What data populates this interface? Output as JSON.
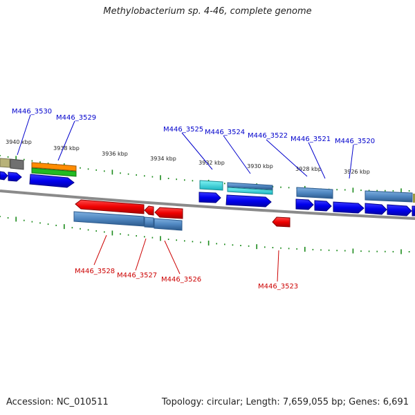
{
  "title": "Methylobacterium sp. 4-46, complete genome",
  "footer": {
    "accession": "Accession: NC_010511",
    "topology": "Topology: circular; Length: 7,659,055 bp; Genes: 6,691"
  },
  "ticks": [
    "3940 kbp",
    "3938 kbp",
    "3936 kbp",
    "3934 kbp",
    "3932 kbp",
    "3930 kbp",
    "3928 kbp",
    "3926 kbp"
  ],
  "labels_top": [
    "M446_3530",
    "M446_3529",
    "M446_3525",
    "M446_3524",
    "M446_3522",
    "M446_3521",
    "M446_3520"
  ],
  "labels_bottom": [
    "M446_3528",
    "M446_3527",
    "M446_3526",
    "M446_3523"
  ],
  "colors": {
    "forward_cds": "#0000ee",
    "reverse_cds": "#ee0000",
    "gene_bar": "#4f86c0",
    "label_forward": "#0000cc",
    "label_reverse": "#cc0000",
    "backbone": "#808080",
    "tick": "#1a8a1a"
  }
}
